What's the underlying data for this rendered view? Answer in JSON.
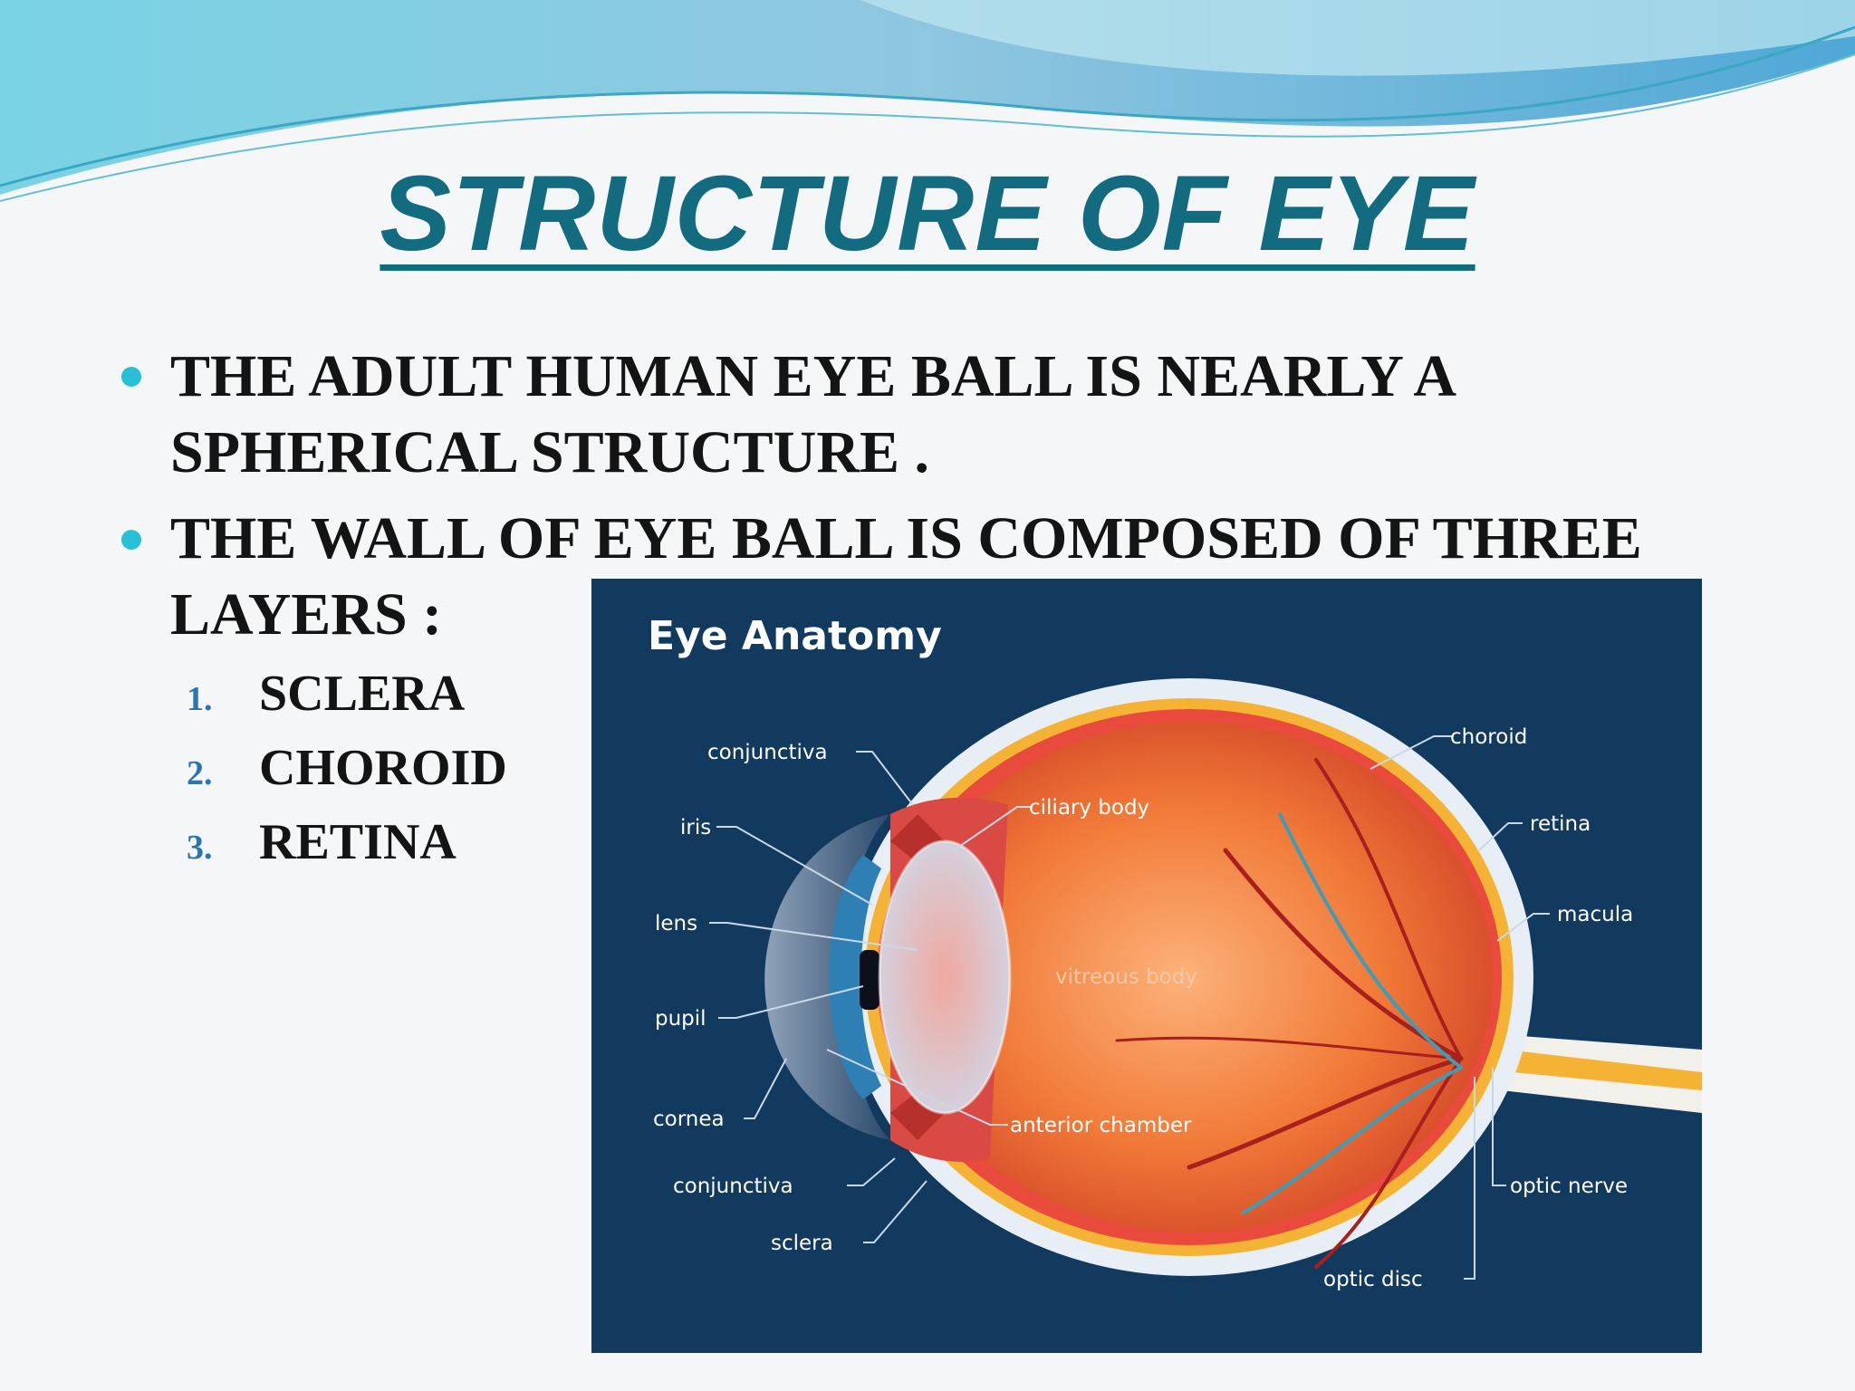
{
  "title": "STRUCTURE OF EYE",
  "bullets": [
    {
      "line1": "THE ADULT HUMAN EYE BALL IS NEARLY A",
      "line2": "SPHERICAL STRUCTURE ."
    },
    {
      "line1": "THE WALL OF EYE BALL IS COMPOSED OF THREE",
      "line2": "LAYERS :"
    }
  ],
  "layers": [
    {
      "number": "1.",
      "label": "SCLERA"
    },
    {
      "number": "2.",
      "label": "CHOROID"
    },
    {
      "number": "3.",
      "label": "RETINA"
    }
  ],
  "diagram": {
    "title": "Eye Anatomy",
    "labels": {
      "conjunctiva_top": "conjunctiva",
      "iris": "iris",
      "lens": "lens",
      "pupil": "pupil",
      "cornea": "cornea",
      "conjunctiva_bottom": "conjunctiva",
      "sclera": "sclera",
      "ciliary_body": "ciliary body",
      "vitreous_body": "vitreous body",
      "anterior_chamber": "anterior chamber",
      "choroid": "choroid",
      "retina": "retina",
      "macula": "macula",
      "optic_nerve": "optic nerve",
      "optic_disc": "optic disc"
    },
    "colors": {
      "background": "#123a5e",
      "vitreous": "#f07830",
      "sclera": "#e7eef6",
      "choroid": "#f5b335",
      "vessels": "#a8201c",
      "iris": "#2e7fb4"
    }
  }
}
